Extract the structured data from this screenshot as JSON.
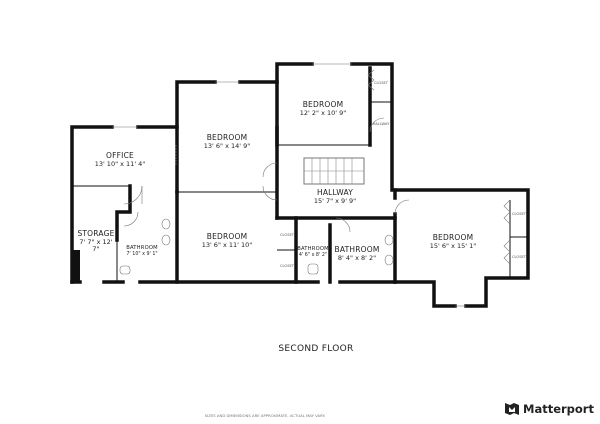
{
  "floor_label": "SECOND FLOOR",
  "disclaimer": "SIZES AND DIMENSIONS ARE APPROXIMATE, ACTUAL MAY VARY.",
  "brand": "Matterport",
  "rooms": {
    "office": {
      "name": "OFFICE",
      "dim": "13' 10\" x 11' 4\""
    },
    "storage": {
      "name": "STORAGE",
      "dim": "7' 7\" x 12'",
      "dim2": "7\""
    },
    "bathroom_left": {
      "name": "BATHROOM",
      "dim": "7' 10\" x 9' 1\""
    },
    "bedroom_1": {
      "name": "BEDROOM",
      "dim": "13' 6\" x 14' 9\""
    },
    "bedroom_2": {
      "name": "BEDROOM",
      "dim": "13' 6\" x 11' 10\""
    },
    "bedroom_3": {
      "name": "BEDROOM",
      "dim": "12' 2\" x 10' 9\""
    },
    "hallway": {
      "name": "HALLWAY",
      "dim": "15' 7\" x 9' 9\""
    },
    "hallway_small": {
      "name": "HALLWAY"
    },
    "bathroom_small": {
      "name": "BATHROOM",
      "dim": "4' 6\" x 8' 2\""
    },
    "bathroom_mid": {
      "name": "BATHROOM",
      "dim": "8' 4\" x 8' 2\""
    },
    "bedroom_4": {
      "name": "BEDROOM",
      "dim": "15' 6\" x 15' 1\""
    },
    "closet": "CLOSET"
  }
}
